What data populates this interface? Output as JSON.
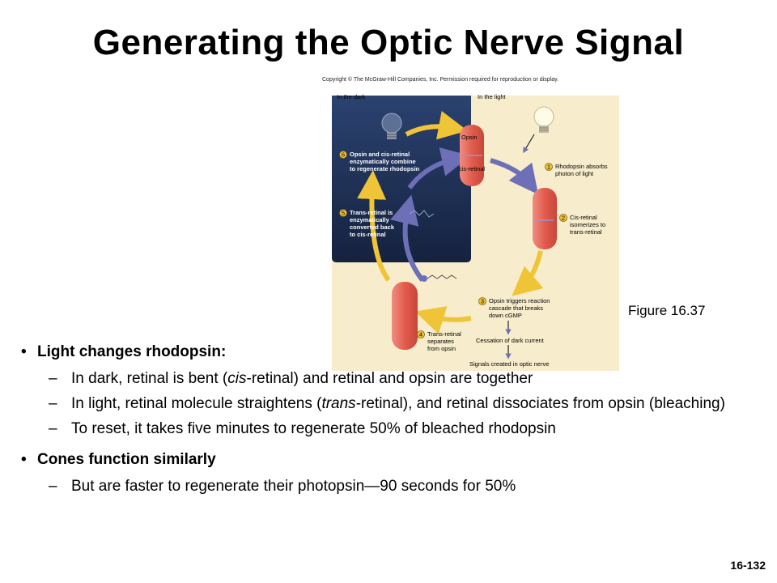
{
  "slide": {
    "title": "Generating the Optic Nerve Signal",
    "slide_number": "16-132",
    "figure_caption": "Figure 16.37"
  },
  "diagram": {
    "copyright": "Copyright © The McGraw-Hill Companies, Inc. Permission required for reproduction or display.",
    "panel_dark_label": "In the dark",
    "panel_light_label": "In the light",
    "opsin_label": "Opsin",
    "cis_retinal_label": "cis-retinal",
    "steps": [
      {
        "num": "1",
        "lines": [
          "Rhodopsin absorbs",
          "photon of light"
        ]
      },
      {
        "num": "2",
        "lines": [
          "Cis-retinal",
          "isomerizes to",
          "trans-retinal"
        ]
      },
      {
        "num": "3",
        "lines": [
          "Opsin triggers reaction",
          "cascade that breaks",
          "down cGMP"
        ]
      },
      {
        "num": "4",
        "lines": [
          "Trans-retinal",
          "separates",
          "from opsin"
        ]
      },
      {
        "num": "5",
        "lines": [
          "Trans-retinal is",
          "enzymatically",
          "converted back",
          "to cis-retinal"
        ]
      },
      {
        "num": "6",
        "lines": [
          "Opsin and cis-retinal",
          "enzymatically combine",
          "to regenerate rhodopsin"
        ]
      }
    ],
    "cessation_label": "Cessation of dark current",
    "signals_label": "Signals created in optic nerve",
    "colors": {
      "dark_panel": "#1c2f55",
      "light_panel": "#f7eccc",
      "protein": "#e25c4e",
      "arrow_gold": "#f0c437",
      "arrow_purple": "#6d6fb7"
    }
  },
  "bullets": [
    {
      "level": 1,
      "text": "Light changes rhodopsin:"
    },
    {
      "level": 2,
      "parts": [
        "In dark, retinal is bent (",
        "cis",
        "-retinal) and retinal and opsin are together"
      ]
    },
    {
      "level": 2,
      "parts": [
        "In light, retinal molecule straightens (",
        "trans",
        "-retinal), and retinal dissociates from opsin (bleaching)"
      ]
    },
    {
      "level": 2,
      "text": "To reset, it takes five minutes to regenerate 50% of bleached rhodopsin"
    },
    {
      "level": 1,
      "text": "Cones function similarly"
    },
    {
      "level": 2,
      "text": "But are faster to regenerate their photopsin—90 seconds for 50%"
    }
  ]
}
